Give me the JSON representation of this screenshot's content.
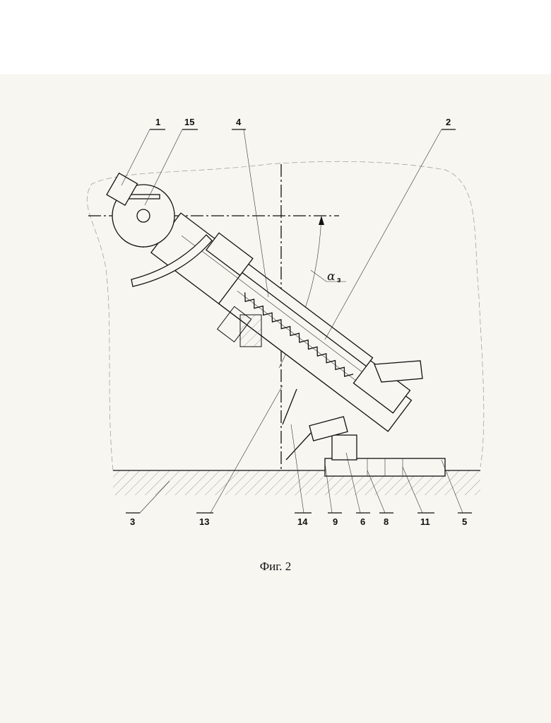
{
  "figure": {
    "caption": "Фиг. 2",
    "angle_label": "α",
    "angle_subscript": "з",
    "labels": {
      "top": [
        "1",
        "15",
        "4",
        "2"
      ],
      "bottom": [
        "3",
        "13",
        "14",
        "9",
        "6",
        "8",
        "11",
        "5"
      ]
    }
  }
}
